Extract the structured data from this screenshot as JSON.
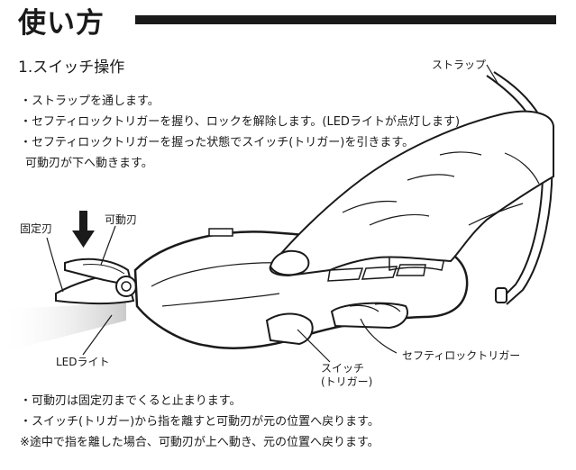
{
  "header": {
    "title": "使い方"
  },
  "section": {
    "heading": "1.スイッチ操作"
  },
  "steps": [
    "・ストラップを通します。",
    "・セフティロックトリガーを握り、ロックを解除します。(LEDライトが点灯します)",
    "・セフティロックトリガーを握った状態でスイッチ(トリガー)を引きます。",
    "可動刃が下へ動きます。"
  ],
  "labels": {
    "strap": "ストラップ",
    "fixed_blade": "固定刃",
    "movable_blade": "可動刃",
    "led_light": "LEDライト",
    "switch_line1": "スイッチ",
    "switch_line2": "(トリガー)",
    "safety_lock_trigger": "セフティロックトリガー"
  },
  "notes": [
    "・可動刃は固定刃までくると止まります。",
    "・スイッチ(トリガー)から指を離すと可動刃が元の位置へ戻ります。",
    "※途中で指を離した場合、可動刃が上へ動き、元の位置へ戻ります。"
  ],
  "colors": {
    "ink": "#1a1a1a",
    "light_glow": "#d9d9d9"
  },
  "icons": [
    "down-arrow-icon"
  ]
}
